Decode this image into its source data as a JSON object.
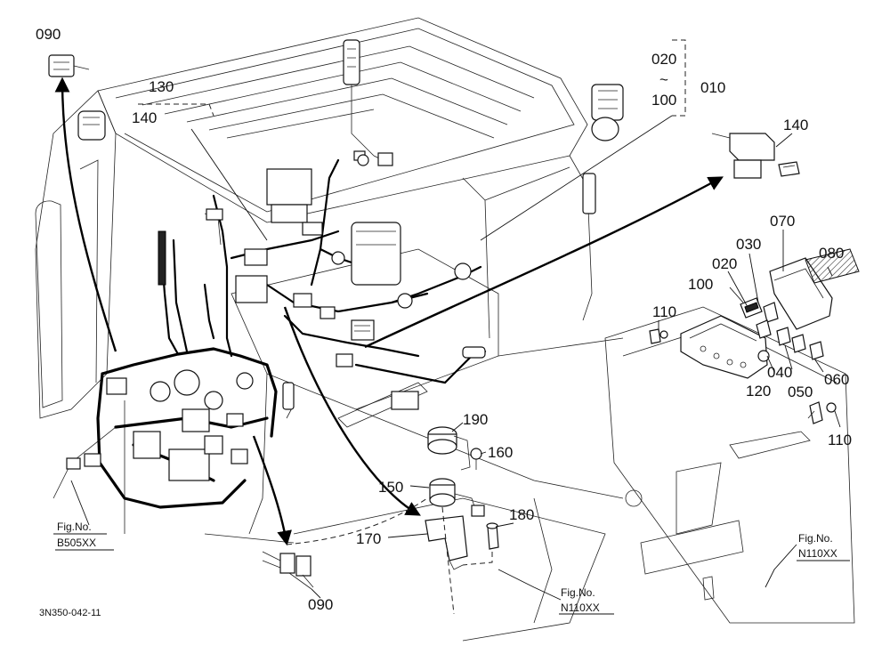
{
  "drawing_code": "3N350-042-11",
  "callouts": {
    "c090_top": "090",
    "c130": "130",
    "c140_a": "140",
    "c020_a": "020",
    "c_tilde": "~",
    "c100_a": "100",
    "c010": "010",
    "c140_b": "140",
    "c070": "070",
    "c080": "080",
    "c030": "030",
    "c020_b": "020",
    "c100_b": "100",
    "c110_a": "110",
    "c040": "040",
    "c060": "060",
    "c120": "120",
    "c050": "050",
    "c110_b": "110",
    "c190": "190",
    "c160": "160",
    "c150": "150",
    "c180": "180",
    "c170": "170",
    "c090_bottom": "090"
  },
  "figure_refs": {
    "left": {
      "line1": "Fig.No.",
      "line2": "B505XX"
    },
    "bottom": {
      "line1": "Fig.No.",
      "line2": "N110XX"
    },
    "right": {
      "line1": "Fig.No.",
      "line2": "N110XX"
    }
  }
}
